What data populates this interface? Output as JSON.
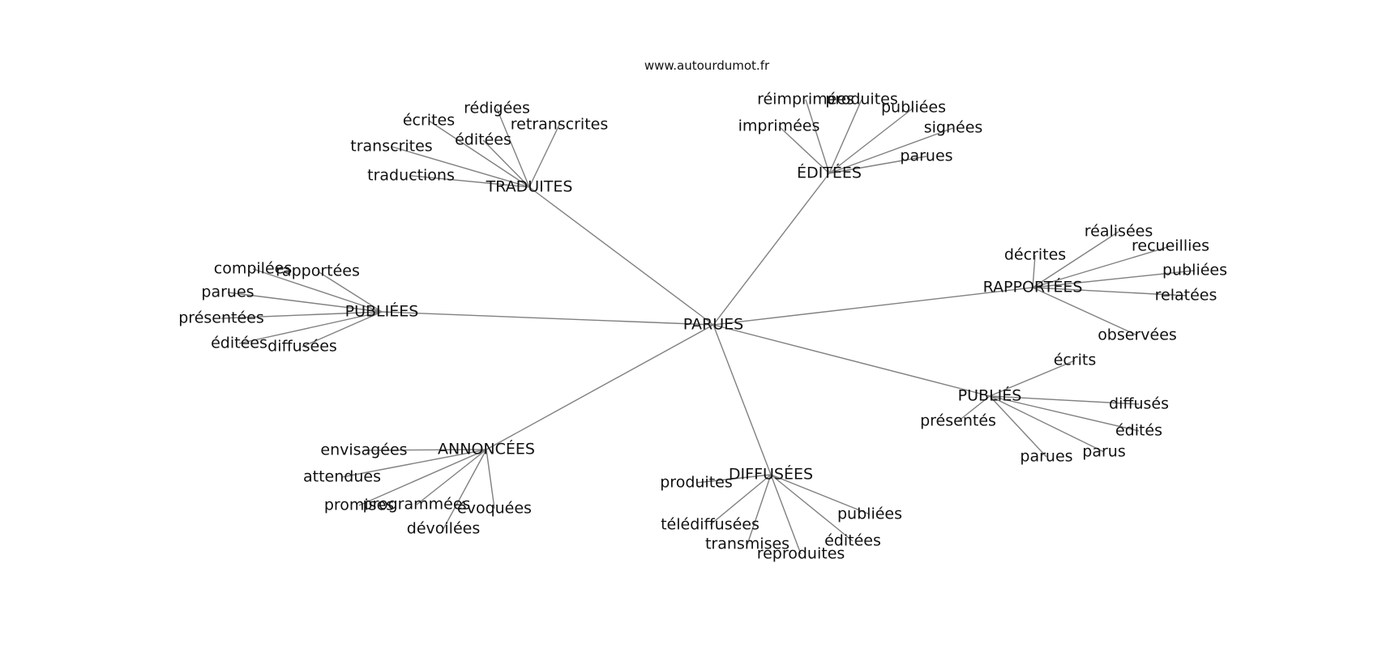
{
  "site": "www.autourdumot.fr",
  "center": "PARUES",
  "colors": {
    "edge": "#808080",
    "text": "#111111",
    "background": "#ffffff"
  },
  "groups": [
    {
      "label": "TRADUITES",
      "leaves": [
        "rédigées",
        "écrites",
        "éditées",
        "retranscrites",
        "transcrites",
        "traductions"
      ]
    },
    {
      "label": "ÉDITÉES",
      "leaves": [
        "réimprimées",
        "produites",
        "publiées",
        "imprimées",
        "signées",
        "parues"
      ]
    },
    {
      "label": "RAPPORTÉES",
      "leaves": [
        "réalisées",
        "décrites",
        "recueillies",
        "publiées",
        "relatées",
        "observées"
      ]
    },
    {
      "label": "PUBLIÉES",
      "leaves": [
        "compilées",
        "rapportées",
        "parues",
        "présentées",
        "éditées",
        "diffusées"
      ]
    },
    {
      "label": "PUBLIÉS",
      "leaves": [
        "écrits",
        "présentés",
        "diffusés",
        "édités",
        "parus",
        "parues"
      ]
    },
    {
      "label": "ANNONCÉES",
      "leaves": [
        "envisagées",
        "attendues",
        "promises",
        "programmées",
        "évoquées",
        "dévoilées"
      ]
    },
    {
      "label": "DIFFUSÉES",
      "leaves": [
        "produites",
        "télédiffusées",
        "publiées",
        "transmises",
        "éditées",
        "reproduites"
      ]
    }
  ]
}
